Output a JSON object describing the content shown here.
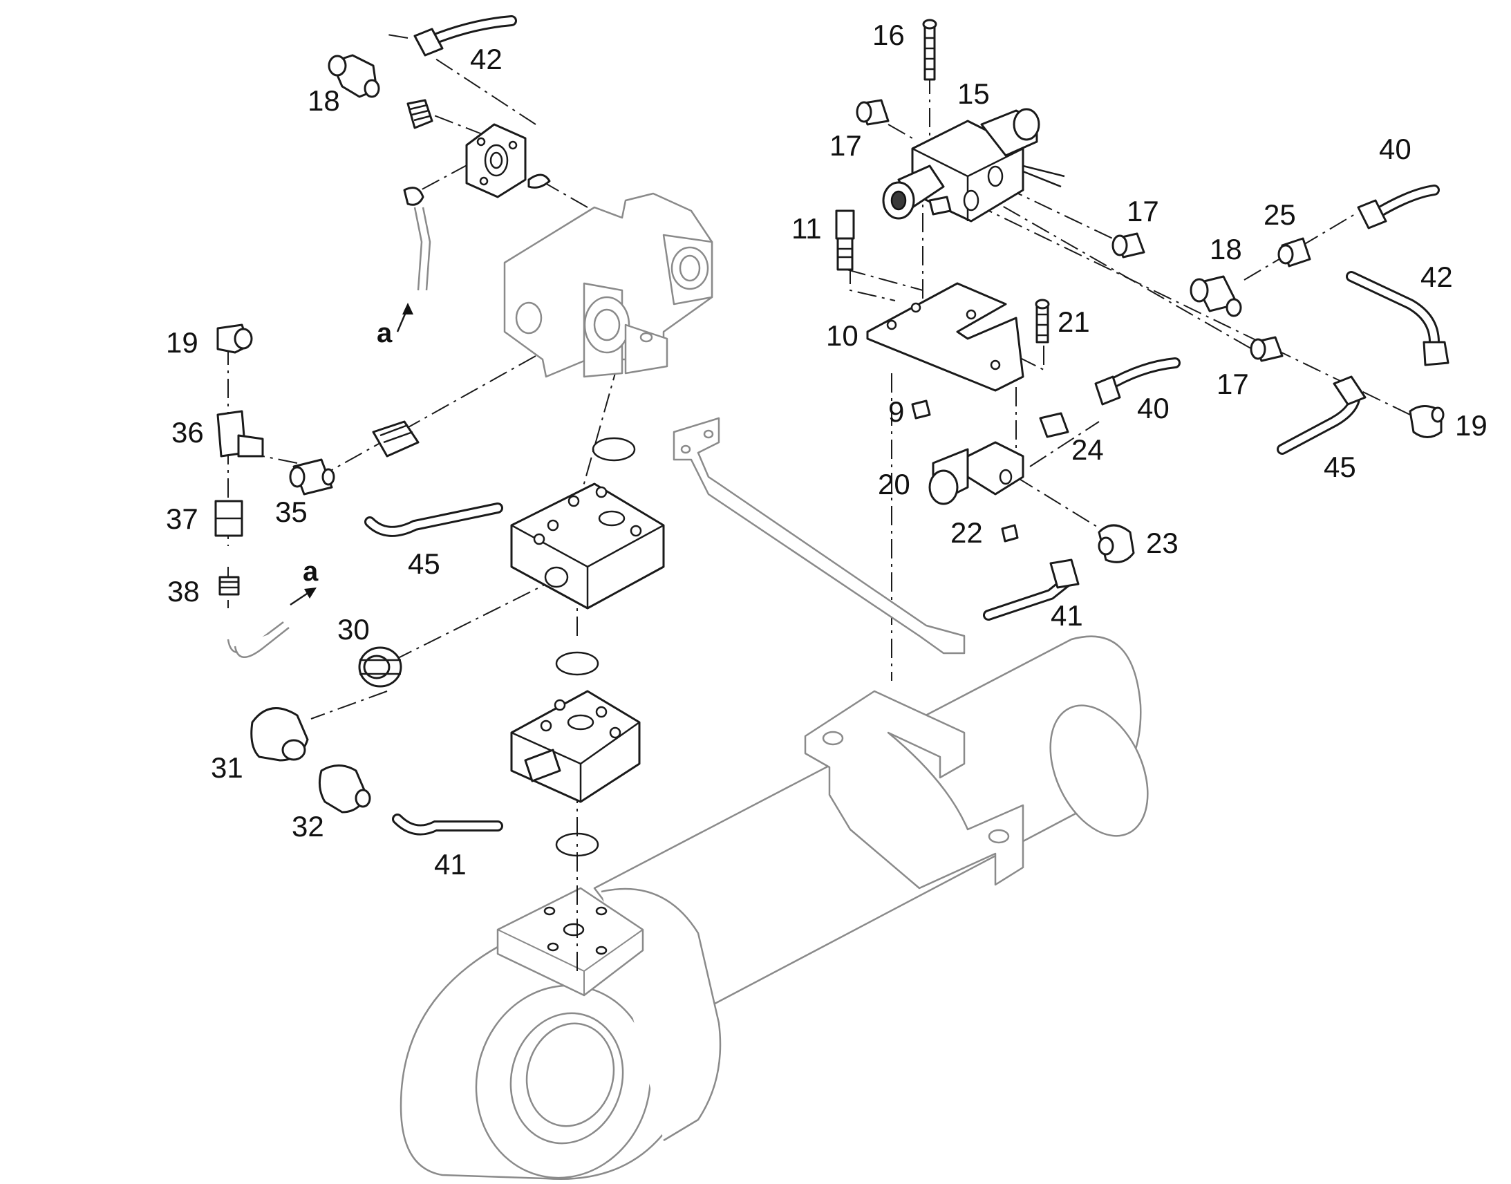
{
  "diagram": {
    "labels": {
      "l9": "9",
      "l10": "10",
      "l11": "11",
      "l15": "15",
      "l16": "16",
      "l17a": "17",
      "l17b": "17",
      "l17c": "17",
      "l18a": "18",
      "l18b": "18",
      "l19a": "19",
      "l19b": "19",
      "l20": "20",
      "l21": "21",
      "l22": "22",
      "l23": "23",
      "l24": "24",
      "l25": "25",
      "l30": "30",
      "l31": "31",
      "l32": "32",
      "l35": "35",
      "l36": "36",
      "l37": "37",
      "l38": "38",
      "l40a": "40",
      "l40b": "40",
      "l41a": "41",
      "l41b": "41",
      "l42a": "42",
      "l42b": "42",
      "l45a": "45",
      "l45b": "45",
      "refA1": "a",
      "refA2": "a"
    }
  }
}
